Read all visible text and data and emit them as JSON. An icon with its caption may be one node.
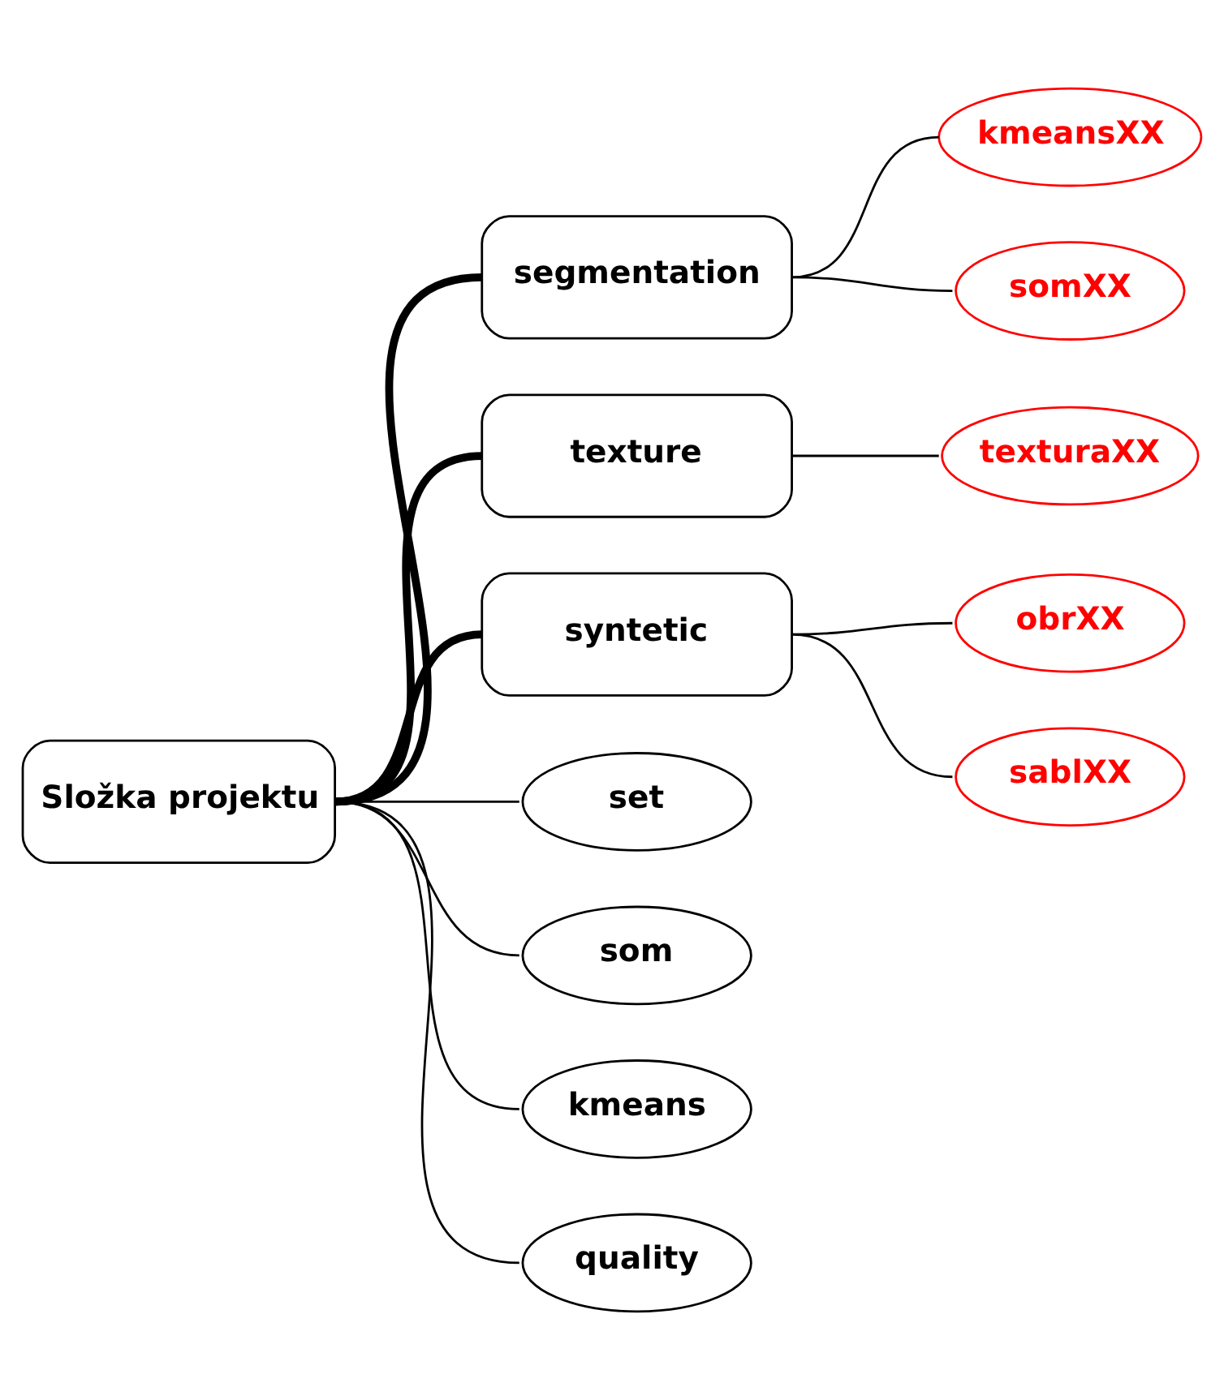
{
  "diagram": {
    "nodes": [
      {
        "text": [
          "Složka projektu"
        ]
      },
      {
        "text": [
          "segmentation"
        ]
      },
      {
        "text": [
          "texture"
        ]
      },
      {
        "text": [
          "syntetic"
        ]
      },
      {
        "text": [
          "set"
        ]
      },
      {
        "text": [
          "som"
        ]
      },
      {
        "text": [
          "kmeans"
        ]
      },
      {
        "text": [
          "quality"
        ]
      },
      {
        "text": [
          "kmeansXX"
        ]
      },
      {
        "text": [
          "somXX"
        ]
      },
      {
        "text": [
          "texturaXX"
        ]
      },
      {
        "text": [
          "obrXX"
        ]
      },
      {
        "text": [
          "sablXX"
        ]
      }
    ],
    "edges": [
      {
        "from": 0,
        "to": 1,
        "arrow": "none",
        "style": "thick"
      },
      {
        "from": 0,
        "to": 2,
        "arrow": "none",
        "style": "thick"
      },
      {
        "from": 0,
        "to": 3,
        "arrow": "none",
        "style": "thick"
      },
      {
        "from": 0,
        "to": 4,
        "arrow": "none"
      },
      {
        "from": 0,
        "to": 5,
        "arrow": "none"
      },
      {
        "from": 0,
        "to": 6,
        "arrow": "none"
      },
      {
        "from": 0,
        "to": 7,
        "arrow": "none"
      },
      {
        "from": 1,
        "to": 8,
        "arrow": "none"
      },
      {
        "from": 1,
        "to": 9,
        "arrow": "none"
      },
      {
        "from": 2,
        "to": 10,
        "arrow": "none"
      },
      {
        "from": 3,
        "to": 11,
        "arrow": "none"
      },
      {
        "from": 3,
        "to": 12,
        "arrow": "none"
      }
    ]
  }
}
